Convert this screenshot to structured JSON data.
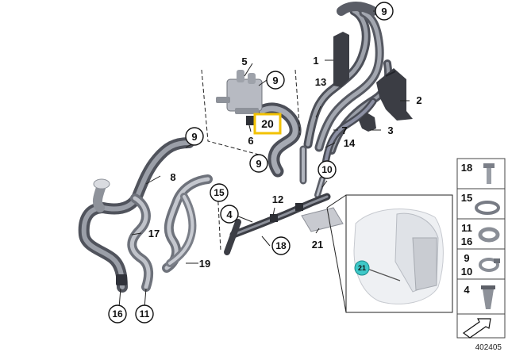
{
  "diagram_id": "402405",
  "callouts": {
    "c1": "1",
    "c2": "2",
    "c3": "3",
    "c4": "4",
    "c5": "5",
    "c6": "6",
    "c7": "7",
    "c8": "8",
    "c9a": "9",
    "c9b": "9",
    "c9c": "9",
    "c9d": "9",
    "c10": "10",
    "c11": "11",
    "c12": "12",
    "c13": "13",
    "c14": "14",
    "c15": "15",
    "c16": "16",
    "c17": "17",
    "c18": "18",
    "c19": "19",
    "c20": "20",
    "c21": "21",
    "c21_inset": "21"
  },
  "legend": [
    {
      "top": "18",
      "bottom": ""
    },
    {
      "top": "15",
      "bottom": ""
    },
    {
      "top": "11",
      "bottom": "16"
    },
    {
      "top": "9",
      "bottom": "10"
    },
    {
      "top": "4",
      "bottom": ""
    }
  ],
  "colors": {
    "hose_dark": "#5a5d66",
    "hose_mid": "#8a8e98",
    "highlight_box": "#f2c200",
    "inset_callout": "#3ec8c8"
  }
}
